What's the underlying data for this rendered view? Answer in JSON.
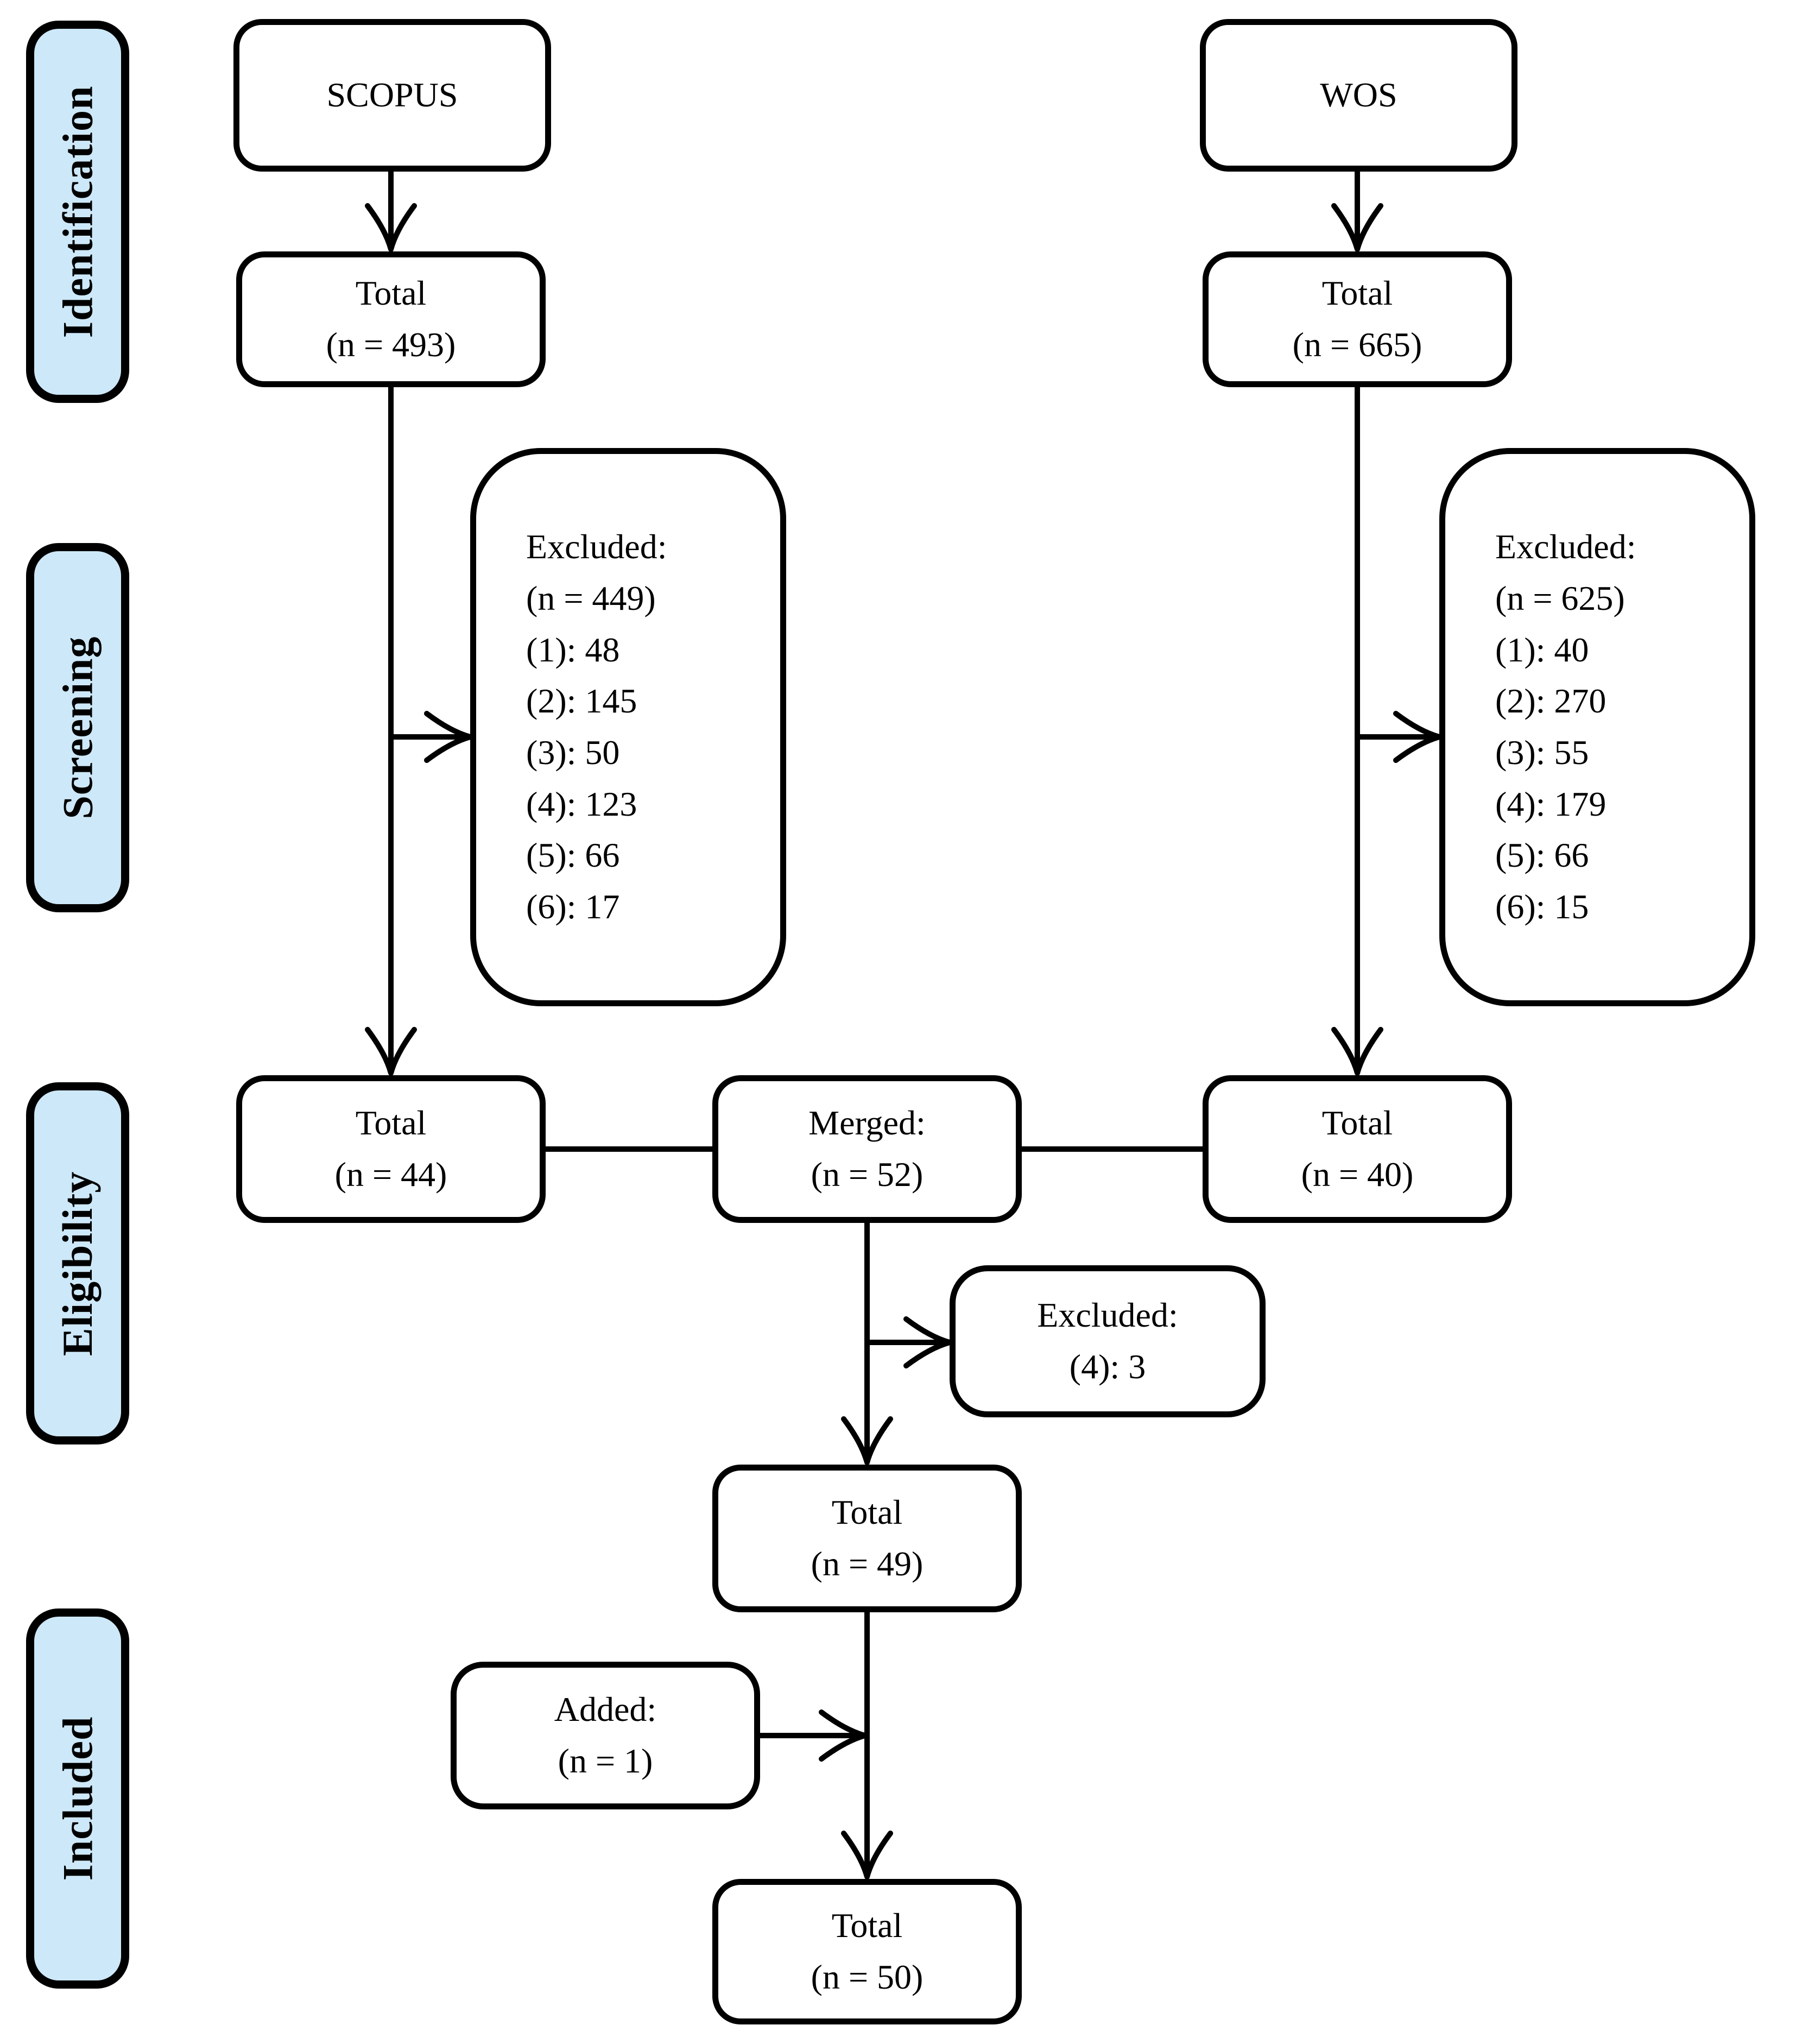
{
  "diagram_type": "prisma-flow",
  "colors": {
    "stage_fill": "#cde8f8",
    "box_fill": "#ffffff",
    "stroke": "#000000"
  },
  "stages": {
    "identification": "Identification",
    "screening": "Screening",
    "eligibility": "Eligibility",
    "included": "Included"
  },
  "nodes": {
    "scopus": {
      "title": "SCOPUS"
    },
    "wos": {
      "title": "WOS"
    },
    "scopus_total": {
      "title": "Total",
      "count": "(n = 493)"
    },
    "wos_total": {
      "title": "Total",
      "count": "(n = 665)"
    },
    "scopus_excluded": {
      "title": "Excluded:",
      "count": "(n = 449)",
      "items": {
        "i1": "(1): 48",
        "i2": "(2): 145",
        "i3": "(3): 50",
        "i4": "(4): 123",
        "i5": "(5): 66",
        "i6": "(6): 17"
      }
    },
    "wos_excluded": {
      "title": "Excluded:",
      "count": "(n = 625)",
      "items": {
        "i1": "(1): 40",
        "i2": "(2): 270",
        "i3": "(3): 55",
        "i4": "(4): 179",
        "i5": "(5): 66",
        "i6": "(6): 15"
      }
    },
    "scopus_screened_total": {
      "title": "Total",
      "count": "(n = 44)"
    },
    "merged": {
      "title": "Merged:",
      "count": "(n = 52)"
    },
    "wos_screened_total": {
      "title": "Total",
      "count": "(n = 40)"
    },
    "eligibility_excluded": {
      "title": "Excluded:",
      "item": "(4): 3"
    },
    "eligibility_total": {
      "title": "Total",
      "count": "(n = 49)"
    },
    "added": {
      "title": "Added:",
      "count": "(n = 1)"
    },
    "included_total": {
      "title": "Total",
      "count": "(n = 50)"
    }
  }
}
